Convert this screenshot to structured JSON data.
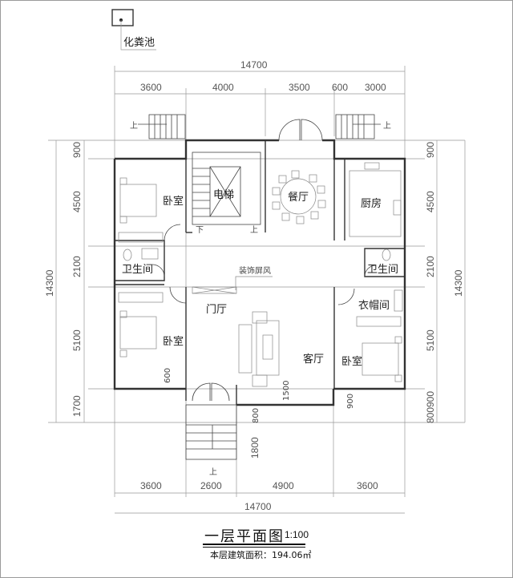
{
  "drawing": {
    "title": "一层平面图",
    "scale": "1:100",
    "area_label": "本层建筑面积：194.06㎡",
    "septic_tank_label": "化粪池"
  },
  "dimensions": {
    "top_total": "14700",
    "top_segments": [
      "3600",
      "4000",
      "3500",
      "600",
      "3000"
    ],
    "bottom_total": "14700",
    "bottom_segments": [
      "3600",
      "2600",
      "4900",
      "3600"
    ],
    "left_total": "14300",
    "left_segments": [
      "900",
      "4500",
      "2100",
      "5100",
      "1700"
    ],
    "right_total": "14300",
    "right_segments": [
      "900",
      "4500",
      "2100",
      "5100",
      "900",
      "800"
    ],
    "inner": {
      "bedroom_window_600": "600",
      "living_1500": "1500",
      "entry_800": "800",
      "entry_1800": "1800",
      "right_900": "900"
    }
  },
  "rooms": {
    "bedroom_nw": "卧室",
    "elevator": "电梯",
    "dining": "餐厅",
    "kitchen": "厨房",
    "bath_w": "卫生间",
    "bath_e": "卫生间",
    "screen": "装饰屏风",
    "foyer": "门厅",
    "bedroom_sw": "卧室",
    "living": "客厅",
    "cloakroom": "衣帽间",
    "bedroom_se": "卧室"
  },
  "stairs": {
    "up": "上",
    "down": "下"
  }
}
